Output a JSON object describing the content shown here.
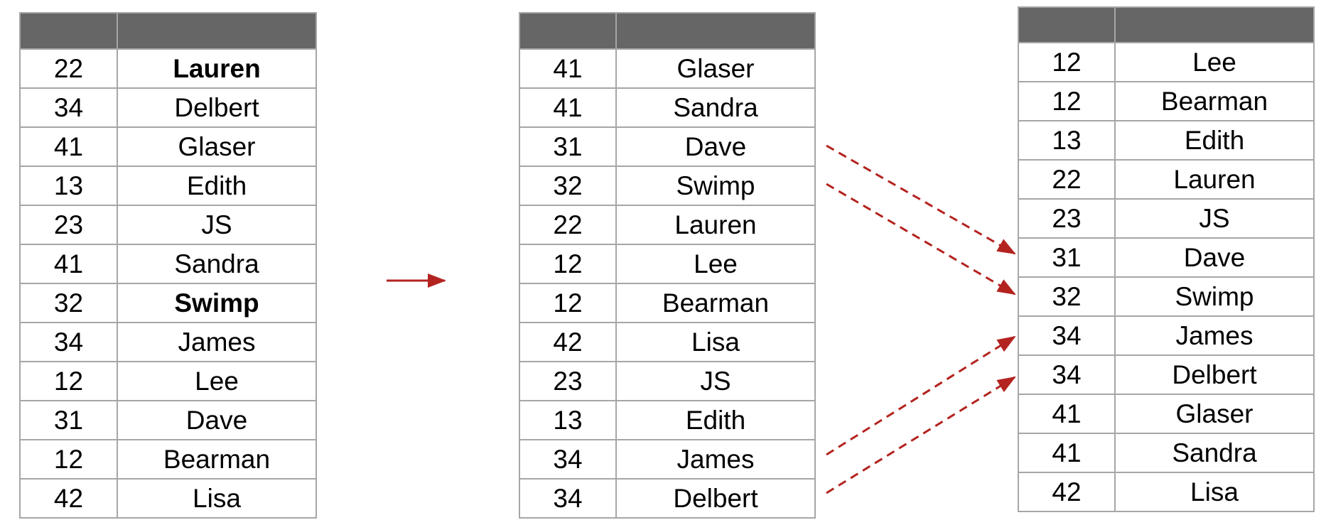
{
  "tables": [
    {
      "name": "original-table",
      "rows": [
        {
          "num": "22",
          "name": "Lauren",
          "bold": true
        },
        {
          "num": "34",
          "name": "Delbert"
        },
        {
          "num": "41",
          "name": "Glaser"
        },
        {
          "num": "13",
          "name": "Edith"
        },
        {
          "num": "23",
          "name": "JS"
        },
        {
          "num": "41",
          "name": "Sandra"
        },
        {
          "num": "32",
          "name": "Swimp",
          "bold": true
        },
        {
          "num": "34",
          "name": "James"
        },
        {
          "num": "12",
          "name": "Lee"
        },
        {
          "num": "31",
          "name": "Dave"
        },
        {
          "num": "12",
          "name": "Bearman"
        },
        {
          "num": "42",
          "name": "Lisa"
        }
      ]
    },
    {
      "name": "intermediate-table",
      "rows": [
        {
          "num": "41",
          "name": "Glaser"
        },
        {
          "num": "41",
          "name": "Sandra"
        },
        {
          "num": "31",
          "name": "Dave"
        },
        {
          "num": "32",
          "name": "Swimp"
        },
        {
          "num": "22",
          "name": "Lauren"
        },
        {
          "num": "12",
          "name": "Lee"
        },
        {
          "num": "12",
          "name": "Bearman"
        },
        {
          "num": "42",
          "name": "Lisa"
        },
        {
          "num": "23",
          "name": "JS"
        },
        {
          "num": "13",
          "name": "Edith"
        },
        {
          "num": "34",
          "name": "James"
        },
        {
          "num": "34",
          "name": "Delbert"
        }
      ]
    },
    {
      "name": "sorted-table",
      "rows": [
        {
          "num": "12",
          "name": "Lee"
        },
        {
          "num": "12",
          "name": "Bearman"
        },
        {
          "num": "13",
          "name": "Edith"
        },
        {
          "num": "22",
          "name": "Lauren"
        },
        {
          "num": "23",
          "name": "JS"
        },
        {
          "num": "31",
          "name": "Dave"
        },
        {
          "num": "32",
          "name": "Swimp"
        },
        {
          "num": "34",
          "name": "James"
        },
        {
          "num": "34",
          "name": "Delbert"
        },
        {
          "num": "41",
          "name": "Glaser"
        },
        {
          "num": "41",
          "name": "Sandra"
        },
        {
          "num": "42",
          "name": "Lisa"
        }
      ]
    }
  ],
  "colors": {
    "header": "#666666",
    "border": "#a6a6a6",
    "arrow": "#b3231f"
  }
}
